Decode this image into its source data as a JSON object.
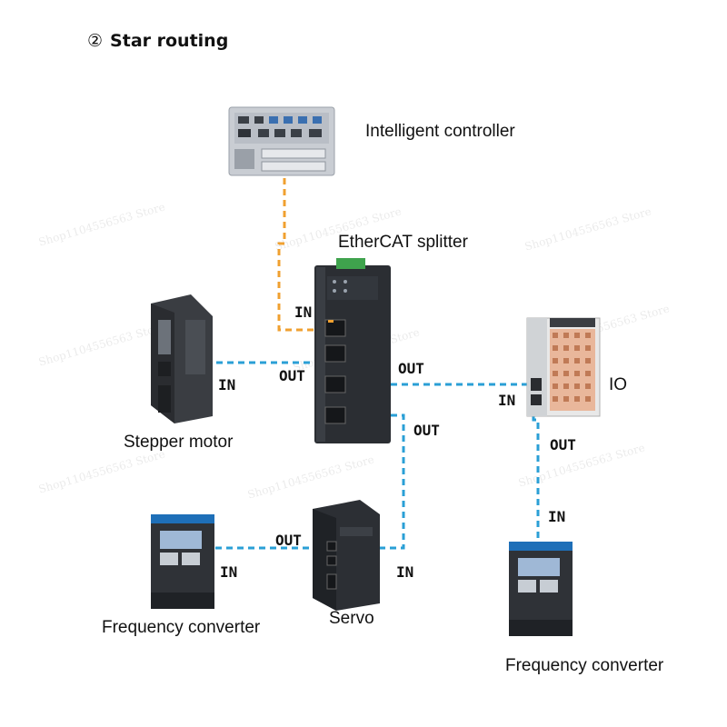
{
  "title": {
    "number": "②",
    "text": "Star routing"
  },
  "devices": {
    "controller": "Intelligent controller",
    "splitter": "EtherCAT splitter",
    "stepper": "Stepper motor",
    "io": "IO",
    "freq_left": "Frequency converter",
    "servo": "Servo",
    "freq_right": "Frequency converter"
  },
  "ports": {
    "splitter_in": "IN",
    "stepper_in": "IN",
    "splitter_out_left": "OUT",
    "splitter_out_right": "OUT",
    "io_in": "IN",
    "splitter_out_down": "OUT",
    "io_out": "OUT",
    "freq_right_in": "IN",
    "servo_out": "OUT",
    "freq_left_in": "IN",
    "servo_in": "IN"
  },
  "watermark": "Shop1104556563 Store",
  "colors": {
    "controller_link": "#f0a030",
    "ethercat_link": "#2a9fd6"
  }
}
